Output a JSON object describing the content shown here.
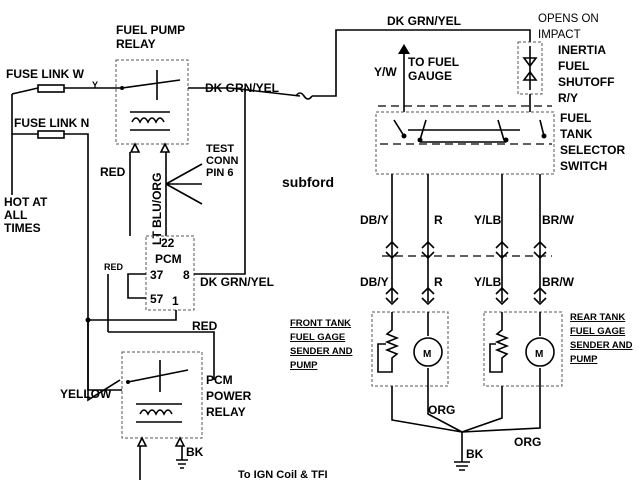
{
  "components": {
    "fuel_pump_relay": {
      "line1": "FUEL PUMP",
      "line2": "RELAY"
    },
    "pcm_power_relay": {
      "line1": "PCM",
      "line2": "POWER",
      "line3": "RELAY"
    },
    "pcm": {
      "name": "PCM",
      "pin_22": "22",
      "pin_37": "37",
      "pin_8": "8",
      "pin_57": "57",
      "pin_1": "1"
    },
    "inertia_switch": {
      "note1": "OPENS ON",
      "note2": "IMPACT",
      "line1": "INERTIA",
      "line2": "FUEL",
      "line3": "SHUTOFF"
    },
    "fuel_tank_selector": {
      "line1": "FUEL",
      "line2": "TANK",
      "line3": "SELECTOR",
      "line4": "SWITCH"
    },
    "front_tank": {
      "line1": "FRONT TANK",
      "line2": "FUEL GAGE",
      "line3": "SENDER AND",
      "line4": "PUMP",
      "motor": "M"
    },
    "rear_tank": {
      "line1": "REAR TANK",
      "line2": "FUEL GAGE",
      "line3": "SENDER AND",
      "line4": "PUMP",
      "motor": "M"
    },
    "test_conn": {
      "line1": "TEST",
      "line2": "CONN",
      "line3": "PIN 6"
    }
  },
  "labels": {
    "fuse_link_w": "FUSE LINK W",
    "fuse_link_w_y": "Y",
    "fuse_link_n": "FUSE LINK N",
    "hot_line1": "HOT AT",
    "hot_line2": "ALL",
    "hot_line3": "TIMES",
    "watermark": "subford",
    "to_fuel_gauge_1": "TO FUEL",
    "to_fuel_gauge_2": "GAUGE",
    "to_ign": "To IGN Coil & TFI"
  },
  "wires": {
    "dk_grn_yel_top": "DK GRN/YEL",
    "dk_grn_yel_mid": "DK GRN/YEL",
    "dk_grn_yel_pcm": "DK GRN/YEL",
    "red_left": "RED",
    "red_small": "RED",
    "red_right": "RED",
    "lt_blu_org": "LT BLU/ORG",
    "yellow": "YELLOW",
    "y_w": "Y/W",
    "r_y": "R/Y",
    "db_y_1": "DB/Y",
    "r_1": "R",
    "y_lb_1": "Y/LB",
    "br_w_1": "BR/W",
    "db_y_2": "DB/Y",
    "r_2": "R",
    "y_lb_2": "Y/LB",
    "br_w_2": "BR/W",
    "org_left": "ORG",
    "org_right": "ORG",
    "bk_relay": "BK",
    "bk_ground": "BK"
  }
}
